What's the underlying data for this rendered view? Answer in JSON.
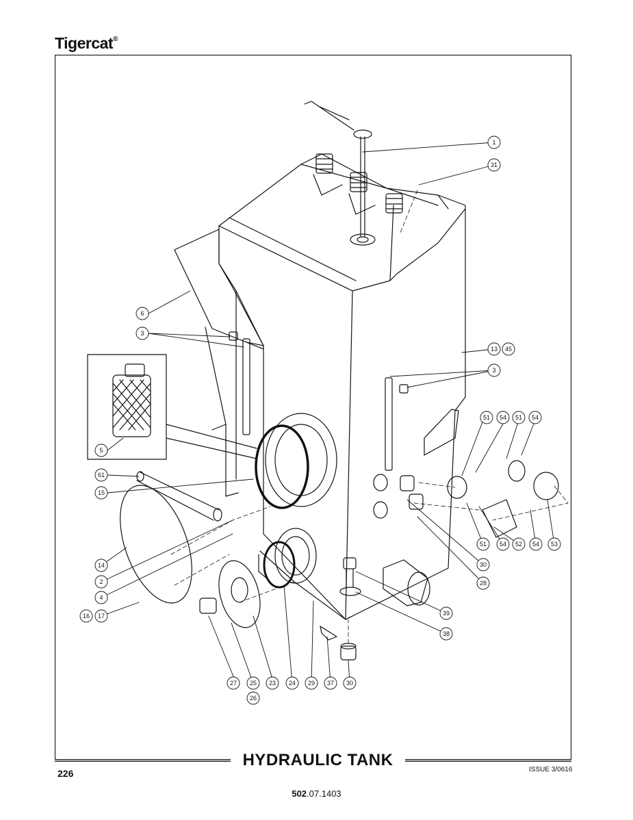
{
  "brand": {
    "name": "Tigercat",
    "mark": "®"
  },
  "title": "HYDRAULIC TANK",
  "page_number": "226",
  "issue": "ISSUE 3/0616",
  "doc_number": {
    "bold": "502",
    "rest": ".07.1403"
  },
  "callouts": [
    "1",
    "31",
    "6",
    "3",
    "13",
    "45",
    "3",
    "5",
    "61",
    "15",
    "51",
    "54",
    "51",
    "54",
    "51",
    "54",
    "52",
    "54",
    "53",
    "30",
    "28",
    "14",
    "2",
    "4",
    "16",
    "17",
    "39",
    "38",
    "27",
    "25",
    "26",
    "23",
    "24",
    "29",
    "37",
    "30"
  ]
}
